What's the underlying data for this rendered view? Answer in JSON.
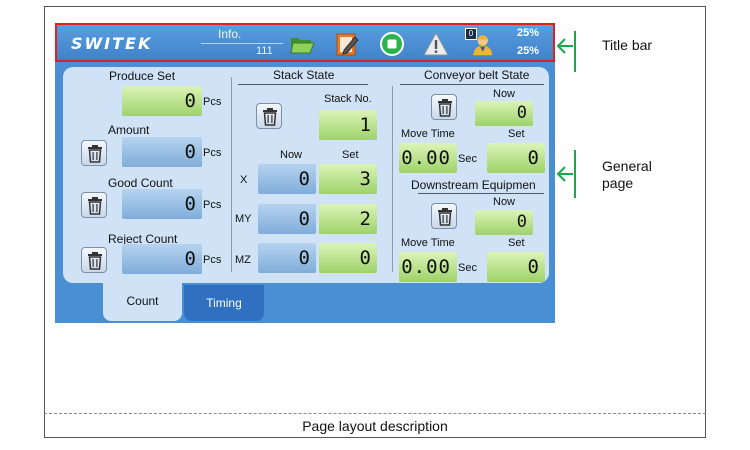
{
  "caption": "Page layout description",
  "annotations": {
    "title_bar": "Title bar",
    "general_page_line1": "General",
    "general_page_line2": "page"
  },
  "colors": {
    "highlight": "#e02020",
    "annotation_bracket": "#1aa84a",
    "screen_bg": "#4a8ed4",
    "panel_bg": "#cfe2f6"
  },
  "titlebar": {
    "logo": "SWITEK",
    "info_label": "Info.",
    "info_value": "111",
    "icons": [
      "folder-icon",
      "edit-icon",
      "stop-icon",
      "warning-icon",
      "user-icon"
    ],
    "user_badge": "0",
    "percent_top": "25%",
    "percent_bottom": "25%"
  },
  "produce_set": {
    "title": "Produce Set",
    "value": "0",
    "unit": "Pcs"
  },
  "amount": {
    "title": "Amount",
    "value": "0",
    "unit": "Pcs"
  },
  "good_count": {
    "title": "Good Count",
    "value": "0",
    "unit": "Pcs"
  },
  "reject_count": {
    "title": "Reject Count",
    "value": "0",
    "unit": "Pcs"
  },
  "stack_state": {
    "title": "Stack State",
    "stack_no_label": "Stack No.",
    "stack_no_value": "1",
    "col_now": "Now",
    "col_set": "Set",
    "rows": [
      {
        "label": "X",
        "now": "0",
        "set": "3"
      },
      {
        "label": "MY",
        "now": "0",
        "set": "2"
      },
      {
        "label": "MZ",
        "now": "0",
        "set": "0"
      }
    ]
  },
  "conveyor": {
    "title": "Conveyor belt State",
    "now_label": "Now",
    "now_value": "0",
    "move_time_label": "Move Time",
    "set_label": "Set",
    "move_time_value": "0.00",
    "unit": "Sec",
    "set_value": "0"
  },
  "downstream": {
    "title": "Downstream Equipmen",
    "now_label": "Now",
    "now_value": "0",
    "move_time_label": "Move Time",
    "set_label": "Set",
    "move_time_value": "0.00",
    "unit": "Sec",
    "set_value": "0"
  },
  "tabs": [
    {
      "label": "Count"
    },
    {
      "label": "Timing"
    }
  ]
}
